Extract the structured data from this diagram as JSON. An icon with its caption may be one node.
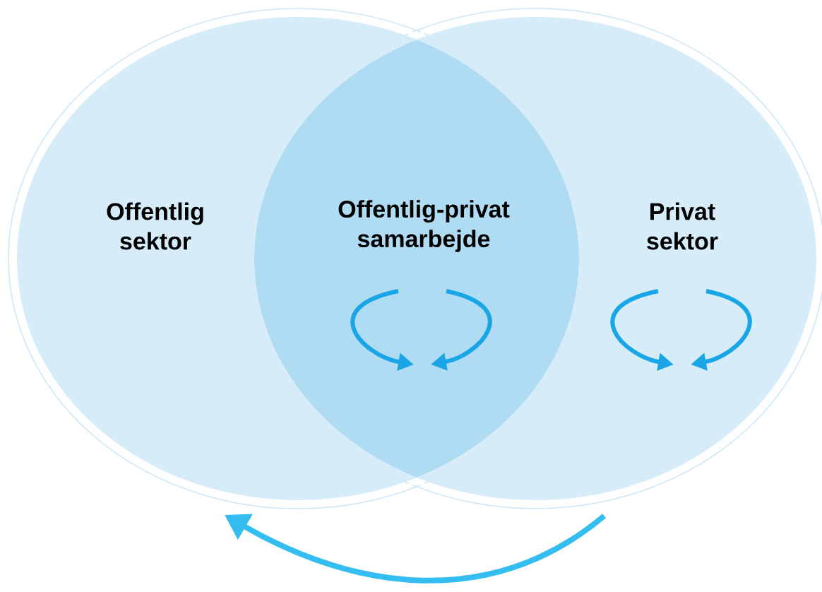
{
  "diagram": {
    "nodes": [
      {
        "text": [
          "Offentlig sektor"
        ]
      },
      {
        "text": [
          "Offentlig-privat samarbejde"
        ]
      },
      {
        "text": [
          "Privat sektor"
        ]
      }
    ],
    "edges": [
      {
        "from": 2,
        "to": 0,
        "arrow": "to"
      }
    ]
  }
}
